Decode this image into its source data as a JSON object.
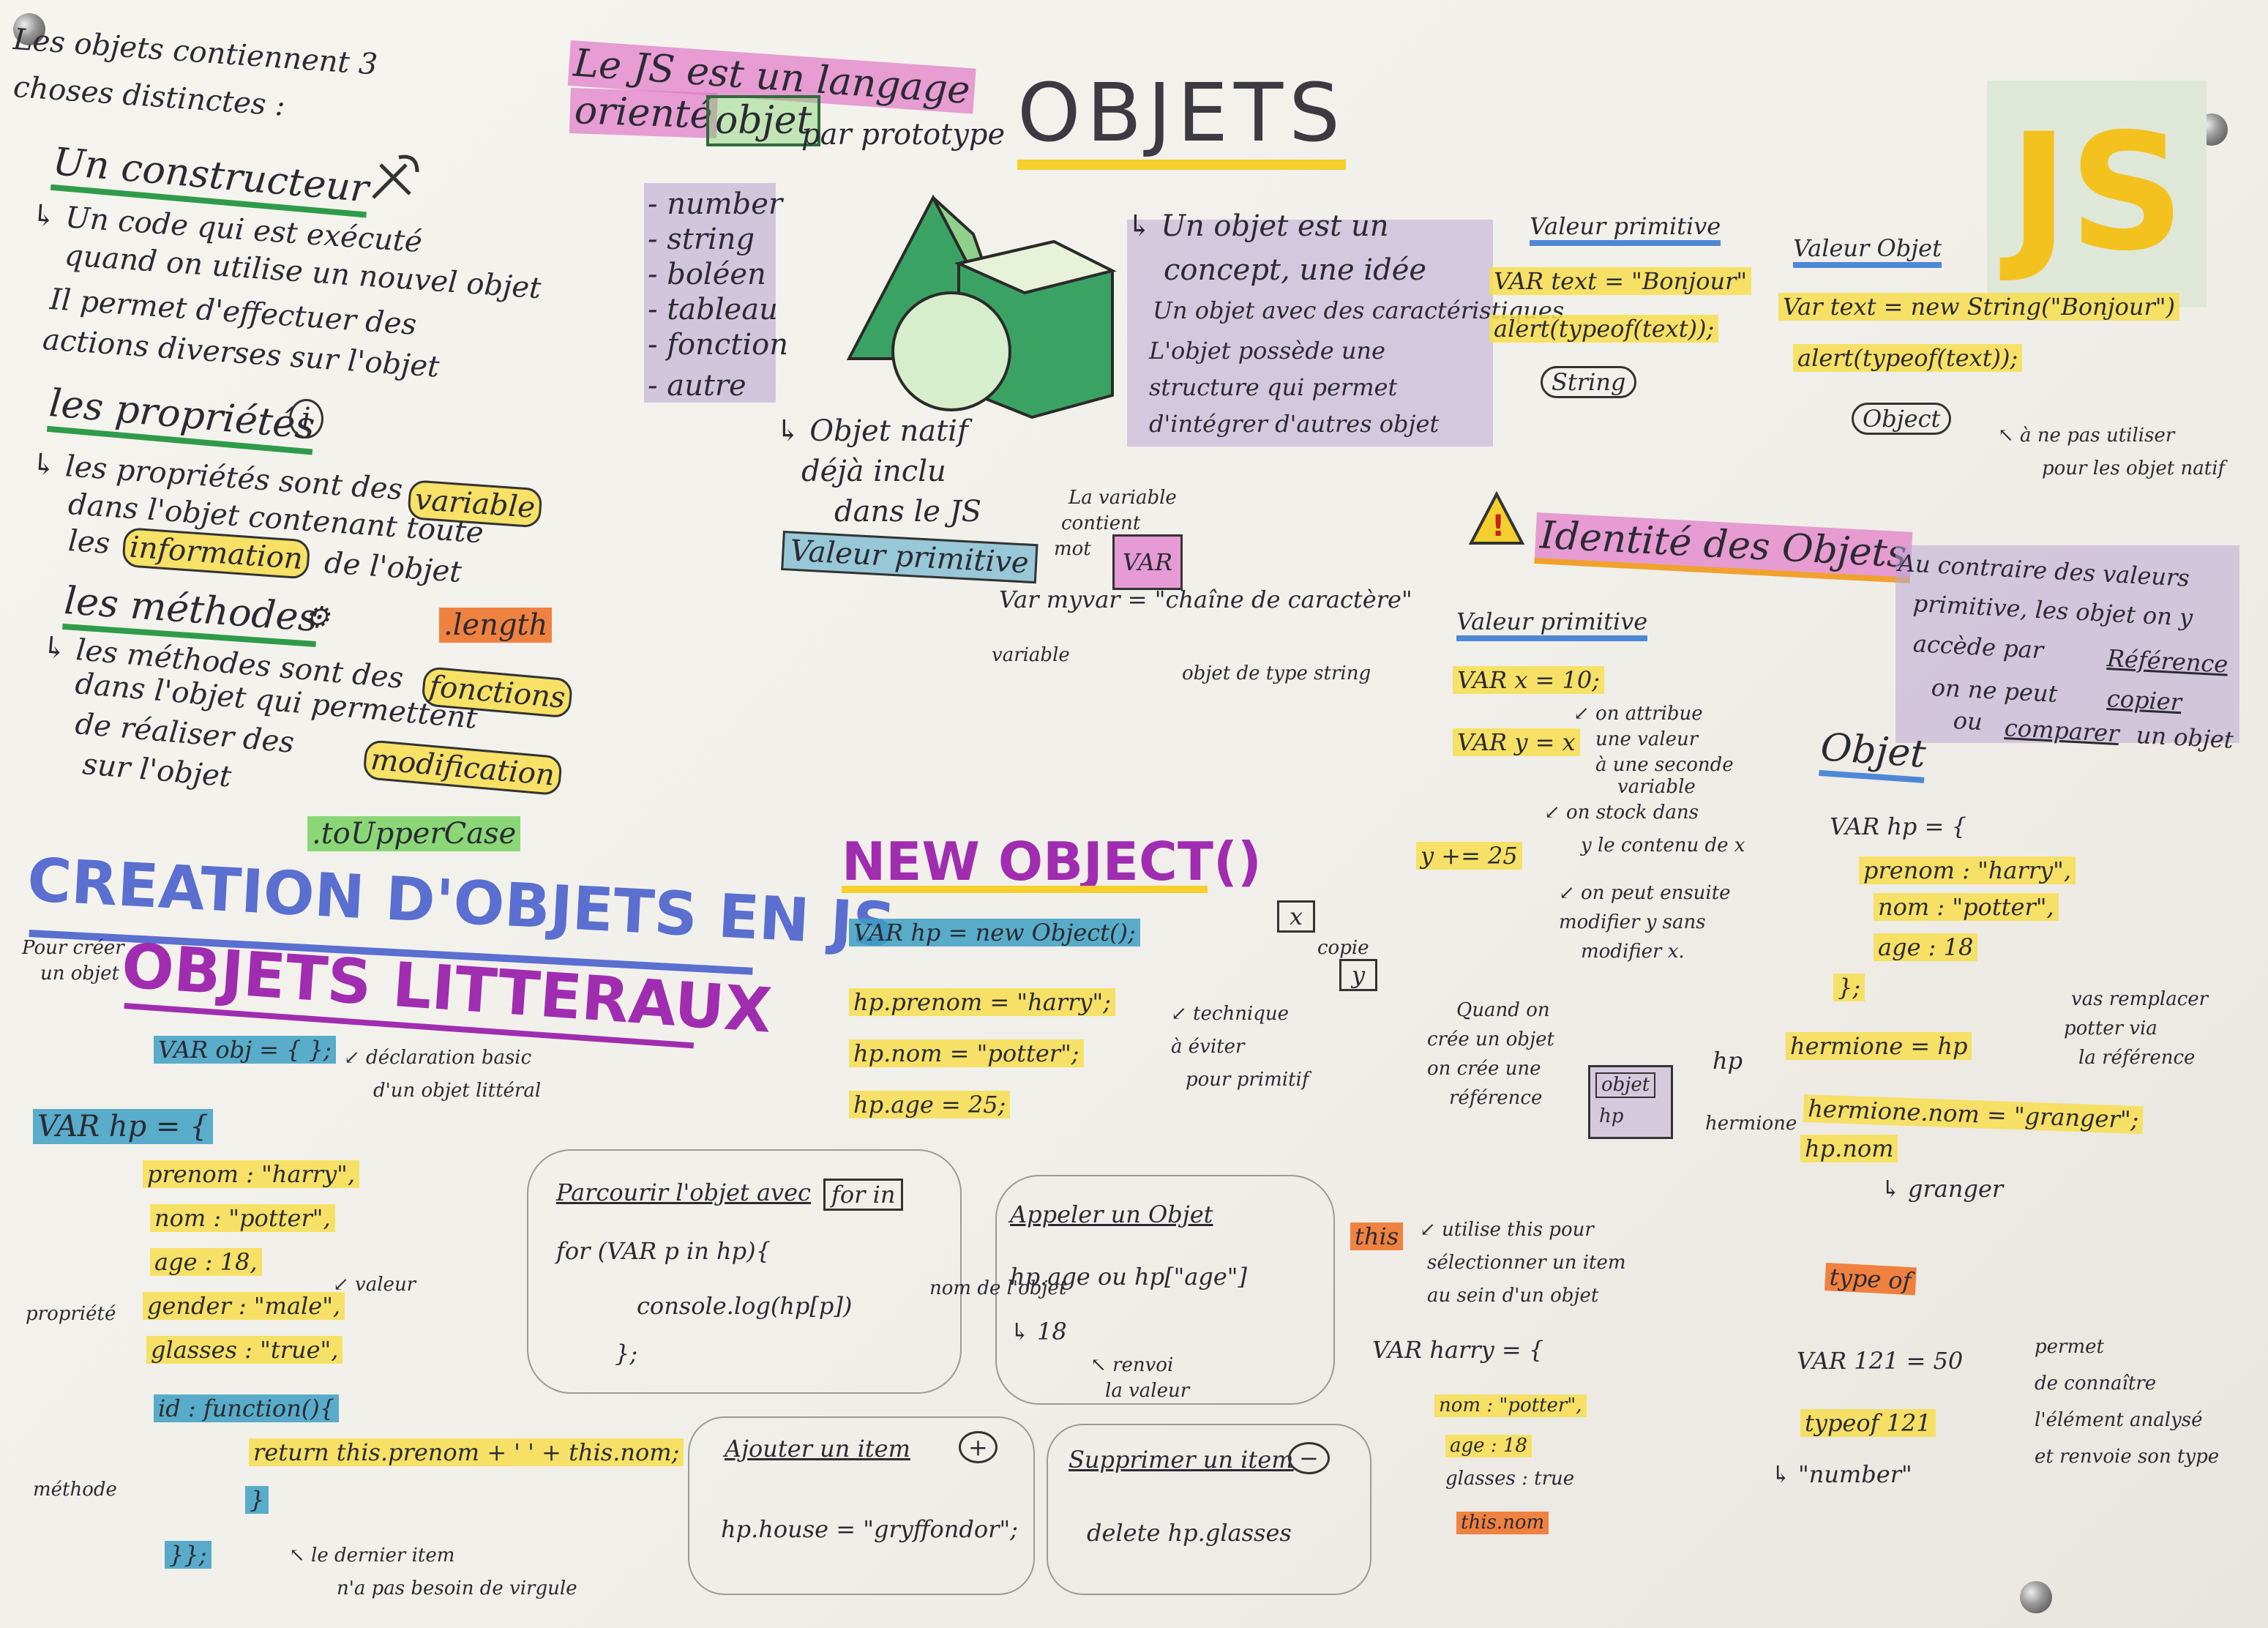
{
  "intro": {
    "line1": "Les objets contiennent 3",
    "line2": "choses distinctes :"
  },
  "constructeur": {
    "title": "Un constructeur",
    "desc": [
      "↳ Un code qui est exécuté",
      "quand on utilise un nouvel objet",
      "Il permet d'effectuer des",
      "actions diverses sur l'objet"
    ]
  },
  "proprietes": {
    "title": "les propriétés",
    "desc": [
      "↳ les propriétés sont des",
      "dans l'objet contenant toute",
      "les",
      "de l'objet"
    ],
    "variable_word": "variable",
    "information_word": "information"
  },
  "methodes": {
    "title": "les méthodes",
    "length_label": ".length",
    "desc": [
      "↳ les méthodes sont des",
      "dans l'objet qui permettent",
      "de réaliser des",
      "sur l'objet"
    ],
    "fonctions_word": "fonctions",
    "modification_word": "modification",
    "touppercase_label": ".toUpperCase"
  },
  "header": {
    "line1": "Le JS est un langage",
    "line2_pre": "orienté",
    "objet_word": "objet",
    "line2_post": "par prototype",
    "title": "OBJETS"
  },
  "js_logo": {
    "text": "JS",
    "color": "#f4c21f"
  },
  "types_list": [
    "- number",
    "- string",
    "- boléen",
    "- tableau",
    "- fonction",
    "- autre"
  ],
  "objet_concept": [
    "↳ Un objet est un",
    "concept, une idée",
    "Un objet avec des caractéristiques",
    "L'objet possède une",
    "structure qui permet",
    "d'intégrer d'autres objet"
  ],
  "objet_natif": {
    "lines": [
      "↳ Objet natif",
      "déjà inclu",
      "dans le JS"
    ],
    "valeur_primitive": "Valeur primitive"
  },
  "var_box": {
    "label": "VAR",
    "caption": [
      "La variable",
      "contient",
      "mot"
    ],
    "code": "Var myvar = \"chaîne de caractère\"",
    "variable_label": "variable",
    "string_label": "objet de type string"
  },
  "valeur_primitive_top": {
    "title": "Valeur primitive",
    "code1": "VAR text = \"Bonjour\"",
    "code2": "alert(typeof(text));",
    "result": "String"
  },
  "valeur_objet_top": {
    "title": "Valeur Objet",
    "code1": "Var text = new String(\"Bonjour\")",
    "code2": "alert(typeof(text));",
    "result": "Object",
    "note": [
      "↖ à ne pas utiliser",
      "pour les objet natif"
    ]
  },
  "identite": {
    "title": "Identité des Objets"
  },
  "contraire": {
    "lines": [
      "Au contraire des valeurs",
      "primitive, les objet on y",
      "accède par",
      "on ne peut",
      "ou",
      "un objet"
    ],
    "reference_word": "Référence",
    "copier_word": "copier",
    "comparer_word": "comparer"
  },
  "valeur_primitive_mid": {
    "title": "Valeur primitive",
    "code1": "VAR x = 10;",
    "code2": "VAR y = x",
    "note1": [
      "↙ on attribue",
      "une valeur",
      "à une seconde",
      "variable"
    ],
    "note2": [
      "↙ on stock dans",
      "y le contenu de x"
    ],
    "code3": "y += 25",
    "note3": [
      "↙ on peut ensuite",
      "modifier y sans",
      "modifier x."
    ]
  },
  "copie_box": {
    "x": "x",
    "copie": "copie",
    "y": "y"
  },
  "reference_box": {
    "note": [
      "Quand on",
      "crée un objet",
      "on crée une",
      "référence"
    ],
    "objet_label": "objet",
    "hp": "hp",
    "hp_right": "hp",
    "hermione_right": "hermione"
  },
  "objet_right": {
    "title": "Objet",
    "code": [
      "VAR hp = {",
      "prenom : \"harry\",",
      "nom : \"potter\",",
      "age : 18",
      "};"
    ],
    "hermione1": "hermione = hp",
    "hermione2": "hermione.nom = \"granger\";",
    "hpnom": "hp.nom",
    "granger": "↳ granger",
    "note": [
      "vas remplacer",
      "potter via",
      "la référence"
    ]
  },
  "creation": {
    "title": "CREATION D'OBJETS EN JS",
    "pour_creer": [
      "Pour créer",
      "un objet"
    ],
    "subtitle": "OBJETS LITTERAUX"
  },
  "litteral": {
    "code": "VAR obj = { };",
    "note": [
      "↙ déclaration basic",
      "d'un objet littéral"
    ]
  },
  "hp_object": {
    "open": "VAR hp = {",
    "lines": [
      "prenom : \"harry\",",
      "nom : \"potter\",",
      "age : 18,",
      "gender : \"male\",",
      "glasses : \"true\","
    ],
    "id_line": "id : function(){",
    "return_line": "return this.prenom + ' ' + this.nom;",
    "close_inner": "}",
    "close": "}};",
    "valeur_label": "↙ valeur",
    "propriete_label": "propriété",
    "methode_label": "méthode",
    "note": [
      "↖ le dernier item",
      "n'a pas besoin de virgule"
    ]
  },
  "new_object": {
    "title": "NEW OBJECT()",
    "code": [
      "VAR hp = new Object();",
      "hp.prenom = \"harry\";",
      "hp.nom = \"potter\";",
      "hp.age = 25;"
    ],
    "note": [
      "↙ technique",
      "à éviter",
      "pour primitif"
    ]
  },
  "parcourir": {
    "title": "Parcourir l'objet avec",
    "for_in": "for in",
    "code": [
      "for (VAR p in hp){",
      "console.log(hp[p])",
      "};"
    ]
  },
  "appeler": {
    "title": "Appeler un Objet",
    "nom_label": "nom de l'objet",
    "code": "hp.age ou hp[\"age\"]",
    "result": "↳ 18",
    "note": [
      "↖ renvoi",
      "la valeur"
    ]
  },
  "this_block": {
    "label": "this",
    "desc": [
      "↙ utilise this pour",
      "sélectionner un item",
      "au sein d'un objet"
    ],
    "code": [
      "VAR harry = {",
      "nom : \"potter\",",
      "age : 18",
      "glasses : true",
      "this.nom"
    ]
  },
  "typeof_block": {
    "label": "type of",
    "code": [
      "VAR 121 = 50",
      "typeof 121"
    ],
    "result": "↳ \"number\"",
    "note": [
      "permet",
      "de connaître",
      "l'élément analysé",
      "et renvoie son type"
    ]
  },
  "ajouter": {
    "title": "Ajouter un item",
    "code": "hp.house = \"gryffondor\";"
  },
  "supprimer": {
    "title": "Supprimer un item",
    "code": "delete hp.glasses"
  }
}
